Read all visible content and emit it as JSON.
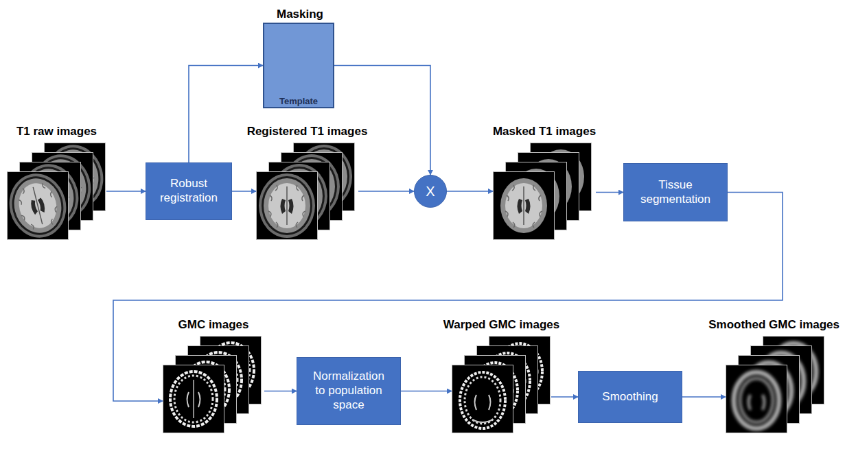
{
  "diagram": {
    "nodes": [
      {
        "text": [
          "Masking",
          "Template"
        ]
      },
      {
        "text": [
          "T1 raw images"
        ]
      },
      {
        "text": [
          "Robust registration"
        ]
      },
      {
        "text": [
          "Registered T1 images"
        ]
      },
      {
        "text": [
          "X"
        ]
      },
      {
        "text": [
          "Masked T1 images"
        ]
      },
      {
        "text": [
          "Tissue segmentation"
        ]
      },
      {
        "text": [
          "GMC images"
        ]
      },
      {
        "text": [
          "Normalization to population space"
        ]
      },
      {
        "text": [
          "Warped GMC images"
        ]
      },
      {
        "text": [
          "Smoothing"
        ]
      },
      {
        "text": [
          "Smoothed GMC images"
        ]
      }
    ],
    "edges": [
      {
        "from": 1,
        "to": 2,
        "arrow": "to"
      },
      {
        "from": 2,
        "to": 0,
        "arrow": "to"
      },
      {
        "from": 2,
        "to": 3,
        "arrow": "to"
      },
      {
        "from": 3,
        "to": 4,
        "arrow": "to"
      },
      {
        "from": 0,
        "to": 4,
        "arrow": "to"
      },
      {
        "from": 4,
        "to": 5,
        "arrow": "to"
      },
      {
        "from": 5,
        "to": 6,
        "arrow": "to"
      },
      {
        "from": 6,
        "to": 7,
        "arrow": "to"
      },
      {
        "from": 7,
        "to": 8,
        "arrow": "to"
      },
      {
        "from": 8,
        "to": 9,
        "arrow": "to"
      },
      {
        "from": 9,
        "to": 10,
        "arrow": "to"
      },
      {
        "from": 10,
        "to": 11,
        "arrow": "to"
      }
    ]
  }
}
